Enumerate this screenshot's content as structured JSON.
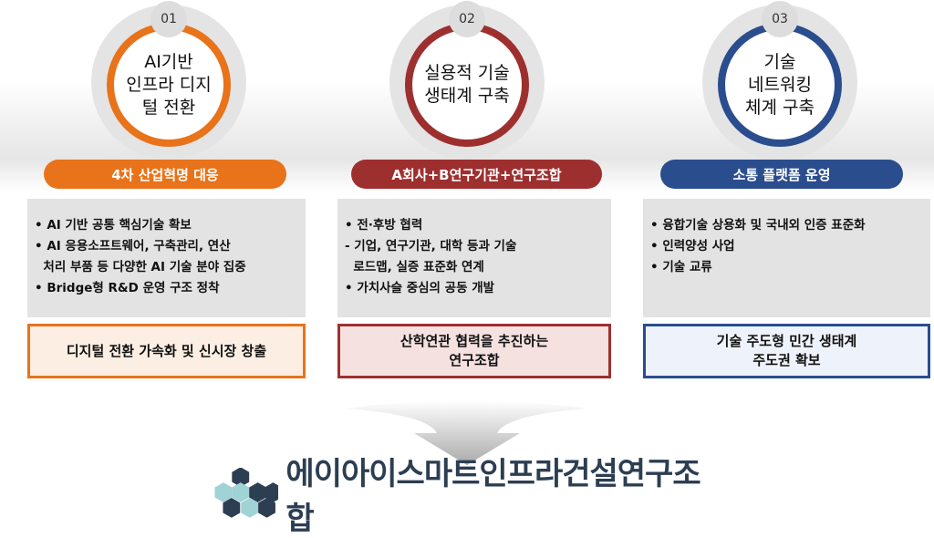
{
  "columns": [
    {
      "num": "01",
      "title": "AI기반\n인프라 디지\n털 전환",
      "pill": "4차 산업혁명 대응",
      "bullets": [
        "• AI 기반 공통 핵심기술 확보",
        "• AI 응용소프트웨어, 구축관리, 연산",
        "  처리 부품 등 다양한 AI 기술 분야 집중",
        "• Bridge형 R&D 운영 구조 정착"
      ],
      "result": "디지털 전환 가속화 및 신시장 창출",
      "color": "#e8731a",
      "fill": "#fdeee3"
    },
    {
      "num": "02",
      "title": "실용적 기술\n생태계 구축",
      "pill": "A회사+B연구기관+연구조합",
      "bullets": [
        "• 전·후방 협력",
        "- 기업, 연구기관, 대학 등과 기술",
        "  로드맵, 실증 표준화 연계",
        "• 가치사슬 중심의 공동 개발"
      ],
      "result": "산학연관 협력을 추진하는\n연구조합",
      "color": "#9e2f2f",
      "fill": "#f6e1e1"
    },
    {
      "num": "03",
      "title": "기술\n네트워킹\n체계 구축",
      "pill": "소통 플랫폼 운영",
      "bullets": [
        "• 융합기술 상용화 및 국내외 인증 표준화",
        "• 인력양성 사업",
        "• 기술 교류"
      ],
      "result": "기술 주도형 민간 생태계\n주도권 확보",
      "color": "#2a4d8e",
      "fill": "#eef2fa"
    }
  ],
  "logo": {
    "text": "에이아이스마트인프라건설연구조합",
    "dark": "#2c3e52",
    "light": "#9fd3d6"
  }
}
